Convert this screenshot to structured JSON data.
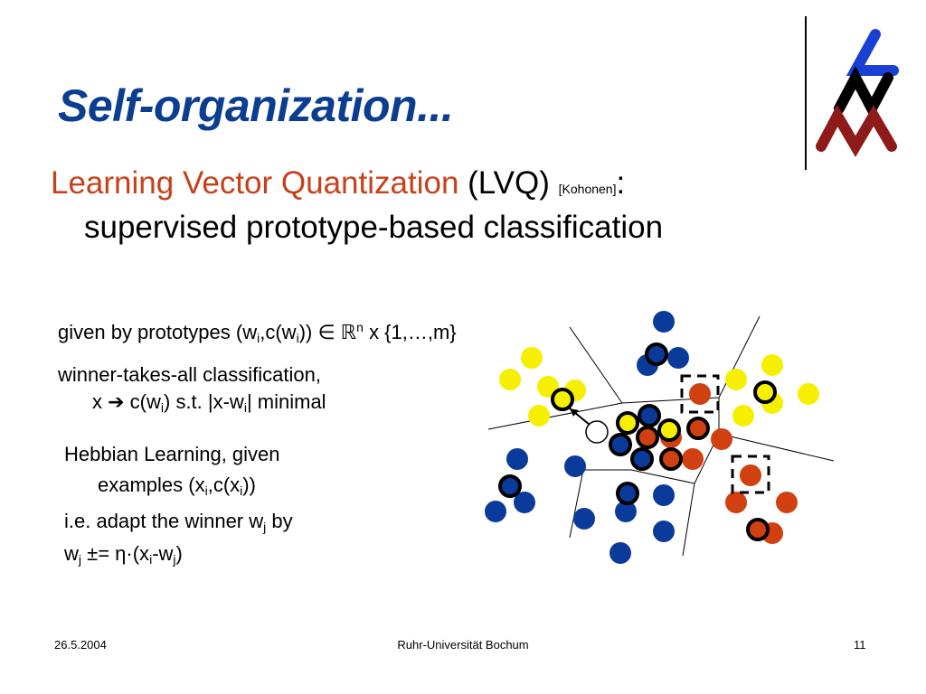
{
  "title": "Self-organization...",
  "subtitle": {
    "lvq_red": "Learning Vector Quantization",
    "lvq_abbr": "(LVQ)",
    "citation": "[Kohonen]",
    "colon": ":",
    "line2": "supervised prototype-based classification"
  },
  "bullets": {
    "b1": {
      "a": "given by prototypes (w",
      "s1": "i",
      "b": ",c(w",
      "s2": "i",
      "c": ")) ∈ ℝ",
      "sup": "n",
      "d": " x {1,…,m}"
    },
    "b2": {
      "line1": "winner-takes-all classification,",
      "a": "x ➔ c(w",
      "s1": "i",
      "b": ") s.t. |x-w",
      "s2": "i",
      "c": "| minimal"
    },
    "b3": {
      "line1": "Hebbian Learning, given",
      "a": "examples (x",
      "s1": "i",
      "b": ",c(x",
      "s2": "i",
      "c": "))"
    },
    "b4": {
      "a": "i.e. adapt the winner w",
      "s1": "j",
      "b": " by"
    },
    "b5": {
      "a": "w",
      "s1": "j",
      "b": " ±= η·(x",
      "s2": "i",
      "c": "-w",
      "s3": "j",
      "d": ")"
    }
  },
  "footer": {
    "date": "26.5.2004",
    "university": "Ruhr-Universität Bochum",
    "page": "11"
  },
  "colors": {
    "blue": "#0a3a9a",
    "yellow": "#f6f000",
    "red": "#d04010",
    "title_blue": "#0b3d91",
    "logo_blue": "#1a3fd4",
    "logo_black": "#000000",
    "logo_red": "#8e1a1a"
  }
}
